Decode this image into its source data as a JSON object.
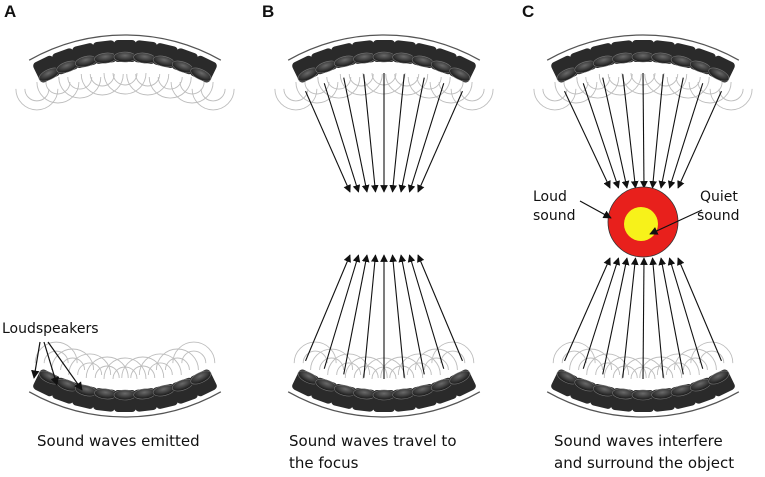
{
  "panels": [
    {
      "letter": "A",
      "caption_lines": [
        "Sound waves emitted"
      ],
      "label": "Loudspeakers"
    },
    {
      "letter": "B",
      "caption_lines": [
        "Sound waves travel to",
        "the focus"
      ]
    },
    {
      "letter": "C",
      "caption_lines": [
        "Sound waves interfere",
        "and surround the object"
      ],
      "loud_label_lines": [
        "Loud",
        "sound"
      ],
      "quiet_label_lines": [
        "Quiet",
        "sound"
      ]
    }
  ],
  "colors": {
    "speaker_body": "#2a2a2a",
    "speaker_top": "#4a4a4a",
    "loud_ring": "#e8201c",
    "quiet_core": "#f7f21a",
    "arrow": "#111111",
    "wave": "#bdbdbd",
    "dish": "#555555"
  }
}
